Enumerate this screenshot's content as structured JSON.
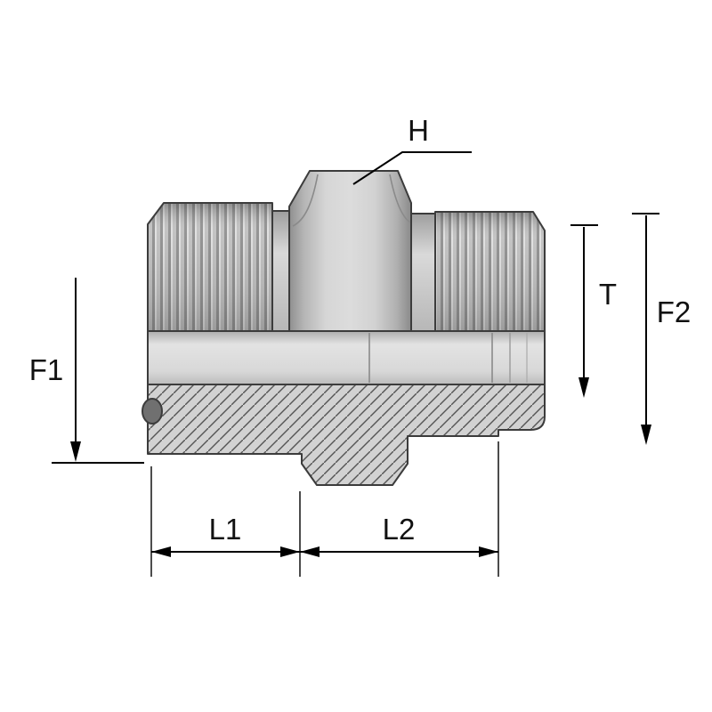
{
  "drawing": {
    "labels": {
      "h": "H",
      "f1": "F1",
      "t": "T",
      "f2": "F2",
      "l1": "L1",
      "l2": "L2"
    },
    "colors": {
      "background": "#ffffff",
      "outline": "#3c3c3c",
      "dimension_line": "#000000",
      "label_text": "#111111",
      "body_gray": "#c8c8c8",
      "hex_face": "#d6d6d6",
      "thread_dark": "#8a8a8a",
      "thread_light": "#dedede",
      "hatch_line": "#555555",
      "pin_gray": "#707070"
    }
  }
}
